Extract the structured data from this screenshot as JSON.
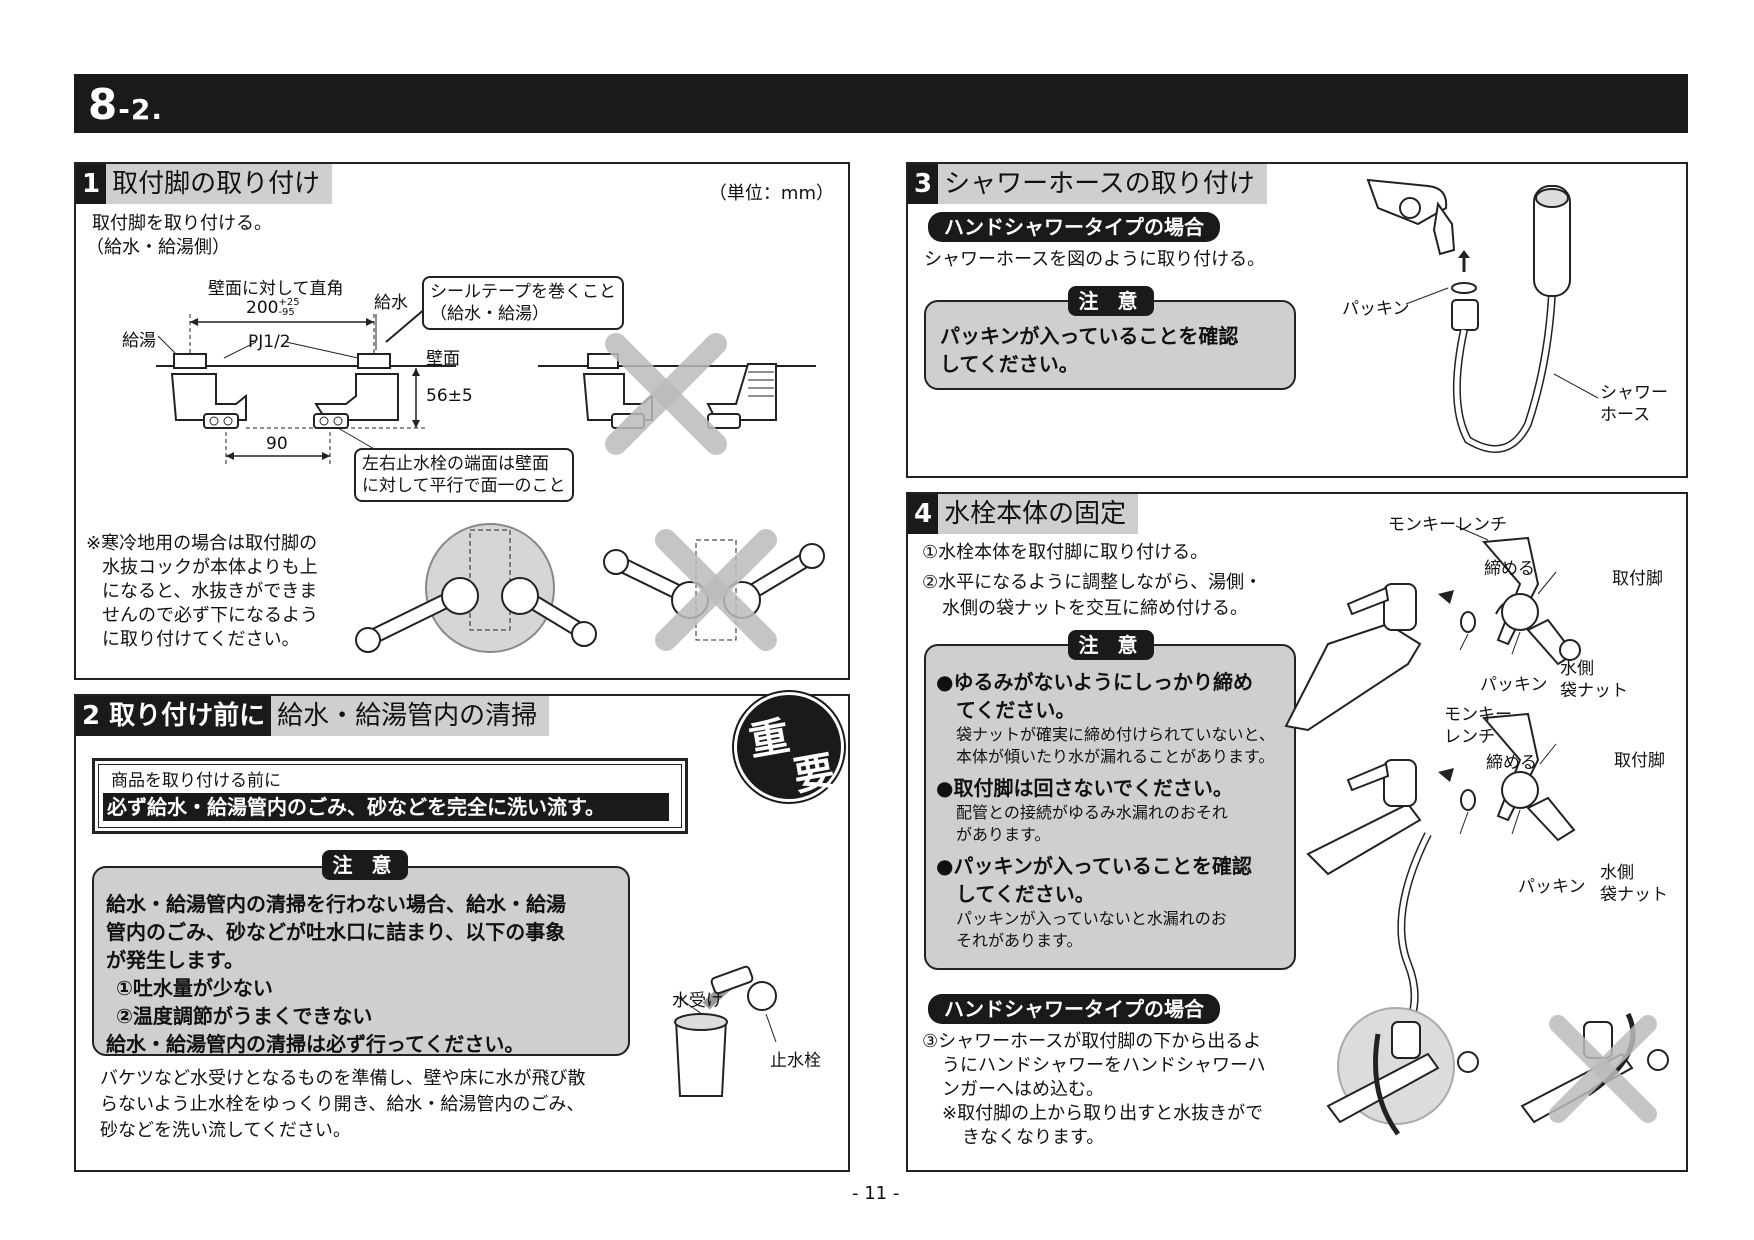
{
  "header": {
    "section_main": "8",
    "section_sub": "-2."
  },
  "sec1": {
    "num": "1",
    "title": "取付脚の取り付け",
    "unit": "（単位：mm）",
    "line1": "取付脚を取り付ける。",
    "line2": "（給水・給湯側）",
    "label_vertical": "壁面に対して直角",
    "label_200": "200",
    "label_tol_plus": "+25",
    "label_tol_minus": "-95",
    "label_kyuto": "給湯",
    "label_pj": "PJ1/2",
    "label_kyusui": "給水",
    "callout_seal_1": "シールテープを巻くこと",
    "callout_seal_2": "（給水・給湯）",
    "label_wall": "壁面",
    "label_56": "56±5",
    "label_90": "90",
    "callout_parallel_1": "左右止水栓の端面は壁面",
    "callout_parallel_2": "に対して平行で面一のこと",
    "note_1": "※寒冷地用の場合は取付脚の",
    "note_2": "水抜コックが本体よりも上",
    "note_3": "になると、水抜きができま",
    "note_4": "せんので必ず下になるよう",
    "note_5": "に取り付けてください。"
  },
  "sec2": {
    "num": "2 取り付け前に",
    "title": "給水・給湯管内の清掃",
    "important_1": "重",
    "important_2": "要",
    "box_line1": "商品を取り付ける前に",
    "box_line2": "必ず給水・給湯管内のごみ、砂などを完全に洗い流す。",
    "caution_tag": "注 意",
    "caution_1": "給水・給湯管内の清掃を行わない場合、給水・給湯",
    "caution_2": "管内のごみ、砂などが吐水口に詰まり、以下の事象",
    "caution_3": "が発生します。",
    "caution_4": "①吐水量が少ない",
    "caution_5": "②温度調節がうまくできない",
    "caution_6": "給水・給湯管内の清掃は必ず行ってください。",
    "body_1": "バケツなど水受けとなるものを準備し、壁や床に水が飛び散",
    "body_2": "らないよう止水栓をゆっくり開き、給水・給湯管内のごみ、",
    "body_3": "砂などを洗い流してください。",
    "label_mizuuke": "水受け",
    "label_shisui": "止水栓"
  },
  "sec3": {
    "num": "3",
    "title": "シャワーホースの取り付け",
    "pill": "ハンドシャワータイプの場合",
    "line1": "シャワーホースを図のように取り付ける。",
    "caution_tag": "注 意",
    "caution_1": "パッキンが入っていることを確認",
    "caution_2": "してください。",
    "label_packing": "パッキン",
    "label_hose_1": "シャワー",
    "label_hose_2": "ホース"
  },
  "sec4": {
    "num": "4",
    "title": "水栓本体の固定",
    "step1": "①水栓本体を取付脚に取り付ける。",
    "step2_1": "②水平になるように調整しながら、湯側・",
    "step2_2": "水側の袋ナットを交互に締め付ける。",
    "caution_tag": "注 意",
    "c1_1": "●ゆるみがないようにしっかり締め",
    "c1_2": "てください。",
    "c1_3": "袋ナットが確実に締め付けられていないと、",
    "c1_4": "本体が傾いたり水が漏れることがあります。",
    "c2_1": "●取付脚は回さないでください。",
    "c2_2": "配管との接続がゆるみ水漏れのおそれ",
    "c2_3": "があります。",
    "c3_1": "●パッキンが入っていることを確認",
    "c3_2": "してください。",
    "c3_3": "パッキンが入っていないと水漏れのお",
    "c3_4": "それがあります。",
    "pill": "ハンドシャワータイプの場合",
    "step3_1": "③シャワーホースが取付脚の下から出るよ",
    "step3_2": "うにハンドシャワーをハンドシャワーハ",
    "step3_3": "ンガーへはめ込む。",
    "step3_4": "※取付脚の上から取り出すと水抜きがで",
    "step3_5": "きなくなります。",
    "label_monkey": "モンキーレンチ",
    "label_shimeru": "締める",
    "label_toritsuke": "取付脚",
    "label_packing": "パッキン",
    "label_mizugawa_1": "水側",
    "label_mizugawa_2": "袋ナット",
    "label_monkey2_1": "モンキー",
    "label_monkey2_2": "レンチ",
    "label_shimeru2": "締める",
    "label_toritsuke2": "取付脚",
    "label_packing2": "パッキン",
    "label_mizugawa2_1": "水側",
    "label_mizugawa2_2": "袋ナット"
  },
  "footer": {
    "page": "- 11 -"
  }
}
